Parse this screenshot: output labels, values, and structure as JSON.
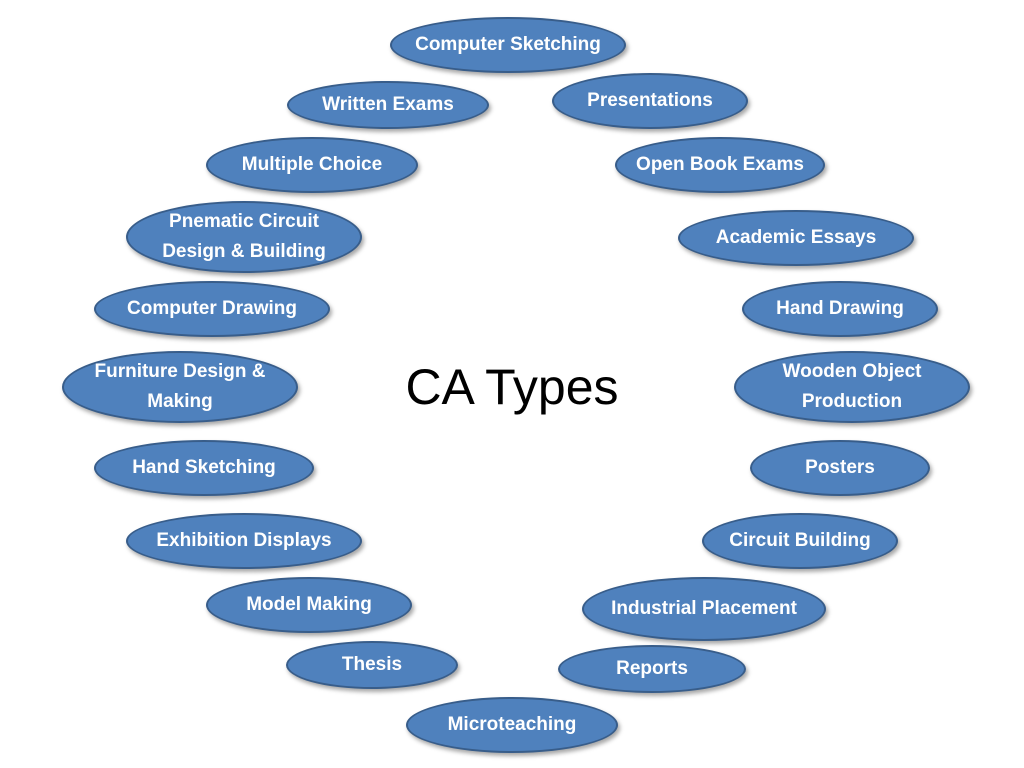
{
  "title": "CA Types",
  "ca_types": [
    "Computer Sketching",
    "Written Exams",
    "Presentations",
    "Multiple Choice",
    "Open Book Exams",
    "Pnematic Circuit Design & Building",
    "Academic Essays",
    "Computer Drawing",
    "Hand Drawing",
    "Furniture Design & Making",
    "Wooden Object Production",
    "Hand Sketching",
    "Posters",
    "Exhibition Displays",
    "Circuit Building",
    "Model Making",
    "Industrial Placement",
    "Thesis",
    "Reports",
    "Microteaching"
  ],
  "colors": {
    "oval_fill": "#4f81bd",
    "oval_border": "#385d8a",
    "oval_text": "#ffffff",
    "title_text": "#000000"
  }
}
